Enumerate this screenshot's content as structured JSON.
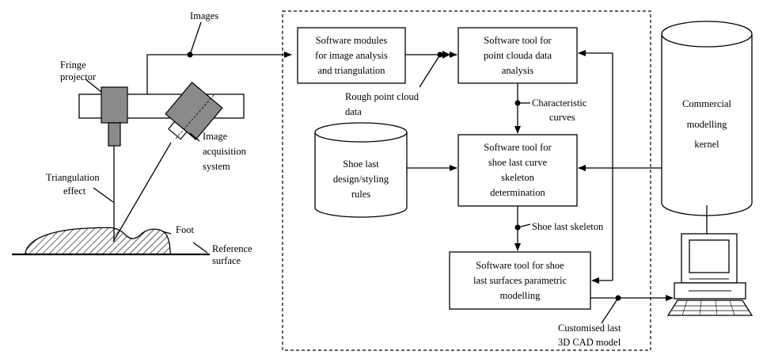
{
  "labels": {
    "images": "Images",
    "fringe_projector": [
      "Fringe",
      "projector"
    ],
    "image_acquisition": [
      "Image",
      "acquisition",
      "system"
    ],
    "triangulation_effect": [
      "Triangulation",
      "effect"
    ],
    "foot": "Foot",
    "reference_surface": [
      "Reference",
      "surface"
    ],
    "rough_point_cloud": [
      "Rough point cloud",
      "data"
    ],
    "characteristic_curves": [
      "Characteristic",
      "curves"
    ],
    "shoe_last_skeleton": "Shoe last skeleton",
    "customised_model": [
      "Customised last",
      "3D CAD model"
    ]
  },
  "boxes": {
    "image_analysis": [
      "Software modules",
      "for image analysis",
      "and triangulation"
    ],
    "point_cloud_analysis": [
      "Software tool for",
      "point clouda data",
      "analysis"
    ],
    "curve_skeleton": [
      "Software tool for",
      "shoe last curve",
      "skeleton",
      "determination"
    ],
    "surface_modelling": [
      "Software tool for shoe",
      "last surfaces parametric",
      "modelling"
    ],
    "design_rules": [
      "Shoe last",
      "design/styling",
      "rules"
    ],
    "modelling_kernel": [
      "Commercial",
      "modelling",
      "kernel"
    ]
  }
}
